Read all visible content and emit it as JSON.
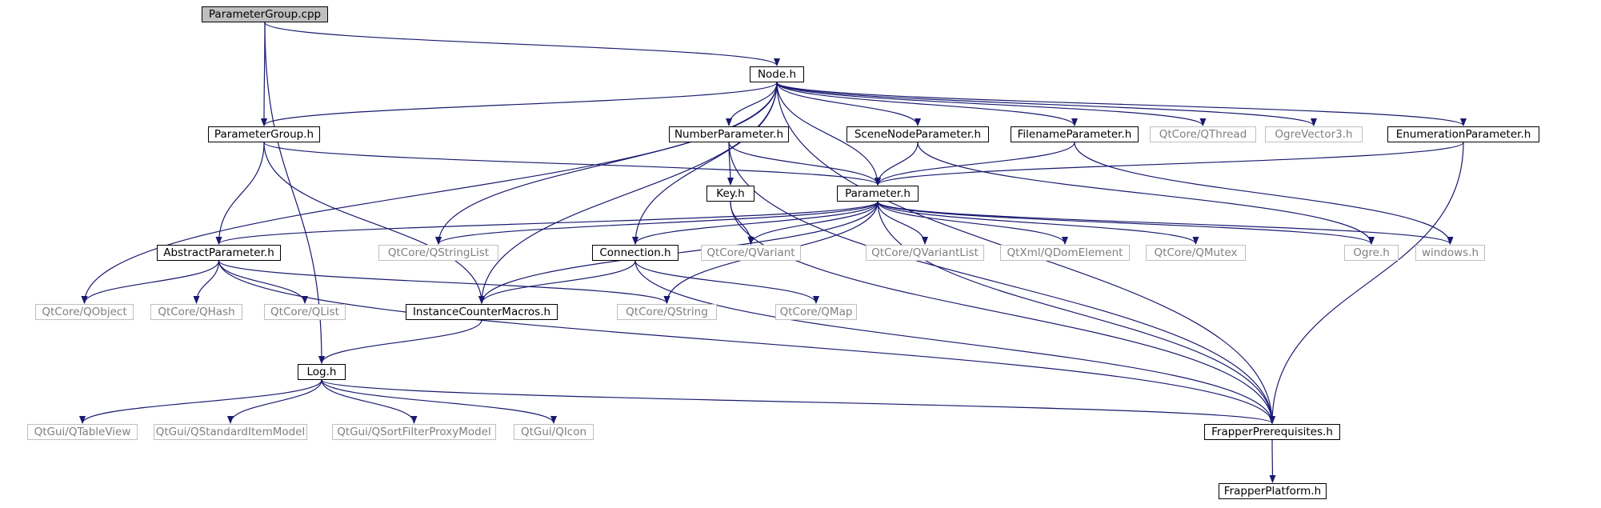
{
  "colors": {
    "edge": "#191970",
    "local_border": "#000000",
    "external_border": "#bfbfbf",
    "external_text": "#7f7f7f",
    "root_fill": "#bfbfbf"
  },
  "nodes": [
    {
      "id": "root",
      "label": "ParameterGroup.cpp",
      "kind": "root"
    },
    {
      "id": "node_h",
      "label": "Node.h",
      "kind": "local"
    },
    {
      "id": "paramgroup_h",
      "label": "ParameterGroup.h",
      "kind": "local"
    },
    {
      "id": "numparam_h",
      "label": "NumberParameter.h",
      "kind": "local"
    },
    {
      "id": "scenenodeparam_h",
      "label": "SceneNodeParameter.h",
      "kind": "local"
    },
    {
      "id": "filenameparam_h",
      "label": "FilenameParameter.h",
      "kind": "local"
    },
    {
      "id": "qthread",
      "label": "QtCore/QThread",
      "kind": "external"
    },
    {
      "id": "ogrevector3",
      "label": "OgreVector3.h",
      "kind": "external"
    },
    {
      "id": "enumparam_h",
      "label": "EnumerationParameter.h",
      "kind": "local"
    },
    {
      "id": "key_h",
      "label": "Key.h",
      "kind": "local"
    },
    {
      "id": "parameter_h",
      "label": "Parameter.h",
      "kind": "local"
    },
    {
      "id": "abstractparam_h",
      "label": "AbstractParameter.h",
      "kind": "local"
    },
    {
      "id": "qstringlist",
      "label": "QtCore/QStringList",
      "kind": "external"
    },
    {
      "id": "connection_h",
      "label": "Connection.h",
      "kind": "local"
    },
    {
      "id": "qvariant",
      "label": "QtCore/QVariant",
      "kind": "external"
    },
    {
      "id": "qvariantlist",
      "label": "QtCore/QVariantList",
      "kind": "external"
    },
    {
      "id": "qdomelement",
      "label": "QtXml/QDomElement",
      "kind": "external"
    },
    {
      "id": "qmutex",
      "label": "QtCore/QMutex",
      "kind": "external"
    },
    {
      "id": "ogre_h",
      "label": "Ogre.h",
      "kind": "external"
    },
    {
      "id": "windows_h",
      "label": "windows.h",
      "kind": "external"
    },
    {
      "id": "qobject",
      "label": "QtCore/QObject",
      "kind": "external"
    },
    {
      "id": "qhash",
      "label": "QtCore/QHash",
      "kind": "external"
    },
    {
      "id": "qlist",
      "label": "QtCore/QList",
      "kind": "external"
    },
    {
      "id": "instcounter_h",
      "label": "InstanceCounterMacros.h",
      "kind": "local"
    },
    {
      "id": "qstring",
      "label": "QtCore/QString",
      "kind": "external"
    },
    {
      "id": "qmap",
      "label": "QtCore/QMap",
      "kind": "external"
    },
    {
      "id": "log_h",
      "label": "Log.h",
      "kind": "local"
    },
    {
      "id": "qtableview",
      "label": "QtGui/QTableView",
      "kind": "external"
    },
    {
      "id": "qstditemmodel",
      "label": "QtGui/QStandardItemModel",
      "kind": "external"
    },
    {
      "id": "qsortfilter",
      "label": "QtGui/QSortFilterProxyModel",
      "kind": "external"
    },
    {
      "id": "qicon",
      "label": "QtGui/QIcon",
      "kind": "external"
    },
    {
      "id": "frapperprereq_h",
      "label": "FrapperPrerequisites.h",
      "kind": "local"
    },
    {
      "id": "frapperplatform_h",
      "label": "FrapperPlatform.h",
      "kind": "local"
    }
  ],
  "edges": [
    [
      "root",
      "node_h"
    ],
    [
      "root",
      "paramgroup_h"
    ],
    [
      "root",
      "log_h"
    ],
    [
      "node_h",
      "paramgroup_h"
    ],
    [
      "node_h",
      "numparam_h"
    ],
    [
      "node_h",
      "scenenodeparam_h"
    ],
    [
      "node_h",
      "filenameparam_h"
    ],
    [
      "node_h",
      "qthread"
    ],
    [
      "node_h",
      "ogrevector3"
    ],
    [
      "node_h",
      "enumparam_h"
    ],
    [
      "node_h",
      "parameter_h"
    ],
    [
      "node_h",
      "qobject"
    ],
    [
      "node_h",
      "instcounter_h"
    ],
    [
      "node_h",
      "qstringlist"
    ],
    [
      "node_h",
      "connection_h"
    ],
    [
      "node_h",
      "frapperprereq_h"
    ],
    [
      "paramgroup_h",
      "parameter_h"
    ],
    [
      "paramgroup_h",
      "abstractparam_h"
    ],
    [
      "paramgroup_h",
      "instcounter_h"
    ],
    [
      "numparam_h",
      "key_h"
    ],
    [
      "numparam_h",
      "parameter_h"
    ],
    [
      "numparam_h",
      "frapperprereq_h"
    ],
    [
      "scenenodeparam_h",
      "parameter_h"
    ],
    [
      "scenenodeparam_h",
      "ogre_h"
    ],
    [
      "filenameparam_h",
      "parameter_h"
    ],
    [
      "filenameparam_h",
      "windows_h"
    ],
    [
      "enumparam_h",
      "parameter_h"
    ],
    [
      "enumparam_h",
      "frapperprereq_h"
    ],
    [
      "key_h",
      "qvariant"
    ],
    [
      "key_h",
      "frapperprereq_h"
    ],
    [
      "parameter_h",
      "abstractparam_h"
    ],
    [
      "parameter_h",
      "qstringlist"
    ],
    [
      "parameter_h",
      "connection_h"
    ],
    [
      "parameter_h",
      "qvariant"
    ],
    [
      "parameter_h",
      "qvariantlist"
    ],
    [
      "parameter_h",
      "qdomelement"
    ],
    [
      "parameter_h",
      "qmutex"
    ],
    [
      "parameter_h",
      "ogre_h"
    ],
    [
      "parameter_h",
      "windows_h"
    ],
    [
      "parameter_h",
      "instcounter_h"
    ],
    [
      "parameter_h",
      "qstring"
    ],
    [
      "parameter_h",
      "frapperprereq_h"
    ],
    [
      "abstractparam_h",
      "qobject"
    ],
    [
      "abstractparam_h",
      "qhash"
    ],
    [
      "abstractparam_h",
      "qlist"
    ],
    [
      "abstractparam_h",
      "qstring"
    ],
    [
      "abstractparam_h",
      "frapperprereq_h"
    ],
    [
      "connection_h",
      "instcounter_h"
    ],
    [
      "connection_h",
      "qmap"
    ],
    [
      "connection_h",
      "frapperprereq_h"
    ],
    [
      "instcounter_h",
      "log_h"
    ],
    [
      "log_h",
      "qtableview"
    ],
    [
      "log_h",
      "qstditemmodel"
    ],
    [
      "log_h",
      "qsortfilter"
    ],
    [
      "log_h",
      "qicon"
    ],
    [
      "log_h",
      "frapperprereq_h"
    ],
    [
      "frapperprereq_h",
      "frapperplatform_h"
    ]
  ]
}
